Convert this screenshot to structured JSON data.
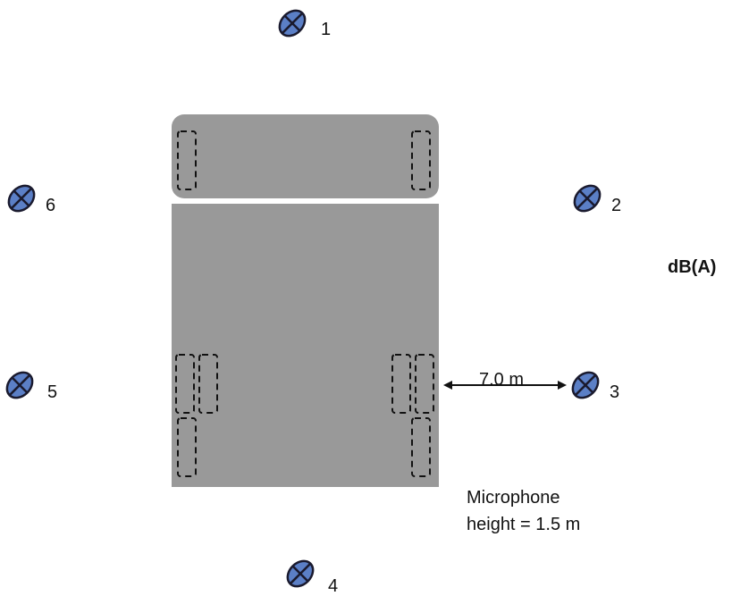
{
  "colors": {
    "vehicle_body": "#999999",
    "microphone_fill": "#5b7fc6",
    "microphone_stroke": "#1a1a2e",
    "arrow": "#111111",
    "wheel_outline": "#111111"
  },
  "microphones": [
    {
      "label": "1",
      "icon": "microphone-icon"
    },
    {
      "label": "2",
      "icon": "microphone-icon"
    },
    {
      "label": "3",
      "icon": "microphone-icon"
    },
    {
      "label": "4",
      "icon": "microphone-icon"
    },
    {
      "label": "5",
      "icon": "microphone-icon"
    },
    {
      "label": "6",
      "icon": "microphone-icon"
    }
  ],
  "units_label": "dB(A)",
  "distance_label": "7.0 m",
  "height_note": {
    "line1": "Microphone",
    "line2": "height = 1.5 m"
  }
}
